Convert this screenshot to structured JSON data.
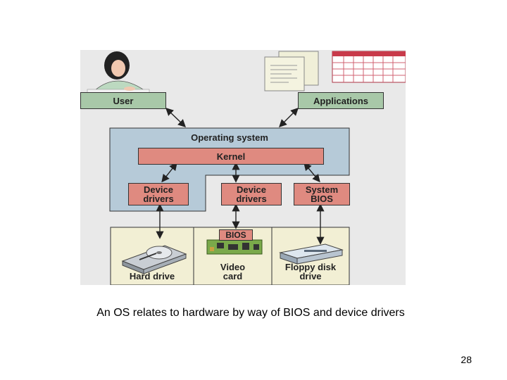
{
  "diagram": {
    "user_label": "User",
    "applications_label": "Applications",
    "os_label": "Operating system",
    "kernel_label": "Kernel",
    "device_drivers_1": "Device\ndrivers",
    "device_drivers_2": "Device\ndrivers",
    "system_bios": "System\nBIOS",
    "bios_chip_label": "BIOS",
    "hard_drive_label": "Hard drive",
    "video_card_label": "Video\ncard",
    "floppy_label": "Floppy disk\ndrive"
  },
  "caption": "An OS relates to hardware by way of BIOS and device drivers",
  "page_number": "28"
}
